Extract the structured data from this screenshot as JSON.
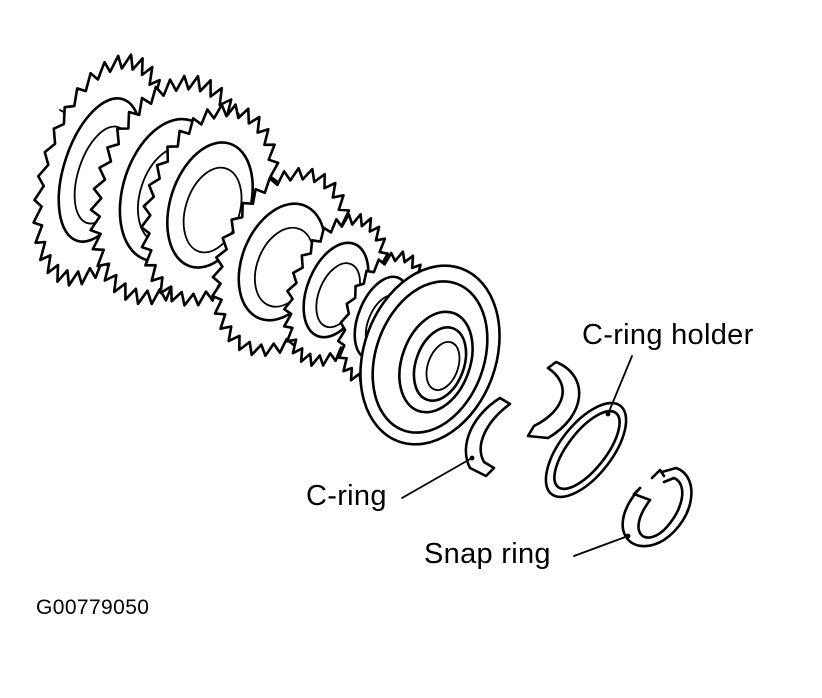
{
  "labels": {
    "c_ring_holder": "C-ring holder",
    "c_ring": "C-ring",
    "snap_ring": "Snap ring"
  },
  "figure_code": "G00779050",
  "colors": {
    "ink": "#000000",
    "paper": "#ffffff"
  }
}
